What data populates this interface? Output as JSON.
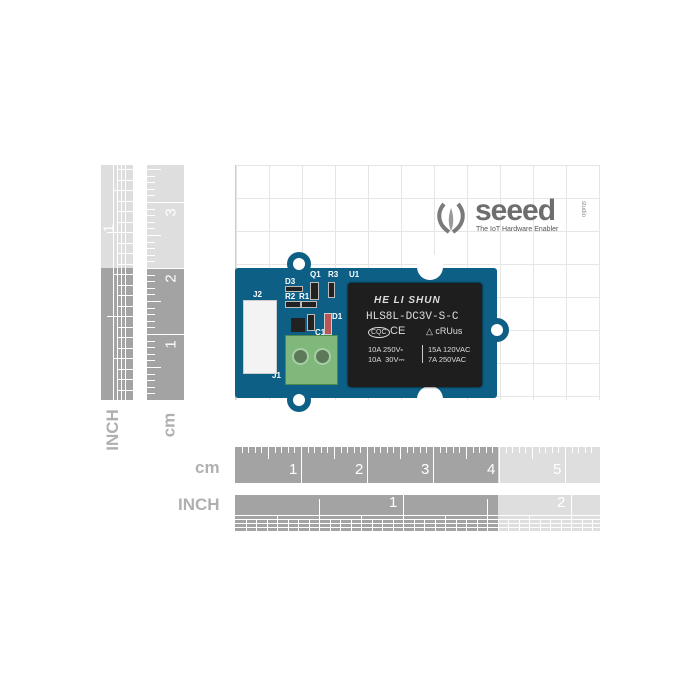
{
  "logo": {
    "brand": "seeed",
    "sub": "studio",
    "tagline": "The IoT Hardware Enabler"
  },
  "board": {
    "labels": [
      "D3",
      "Q1",
      "R3",
      "U1",
      "J2",
      "R2",
      "R1",
      "D1",
      "C1",
      "J1"
    ]
  },
  "relay": {
    "brand": "HE LI SHUN",
    "model": "HLS8L-DC3V-S-C",
    "certs": [
      "CQC",
      "CE",
      "△ cRUus"
    ],
    "ratings_left": [
      "10A 250V⏓",
      "10A  30V⎓"
    ],
    "ratings_right": [
      "15A 120VAC",
      "7A 250VAC"
    ]
  },
  "rulers": {
    "h_cm": {
      "unit": "cm",
      "labels": [
        "1",
        "2",
        "3",
        "4",
        "5"
      ]
    },
    "h_inch": {
      "unit": "INCH",
      "labels": [
        "1",
        "2"
      ]
    },
    "v_inch": {
      "unit": "INCH",
      "labels": [
        "1"
      ]
    },
    "v_cm": {
      "unit": "cm",
      "labels": [
        "1",
        "2",
        "3"
      ]
    }
  }
}
